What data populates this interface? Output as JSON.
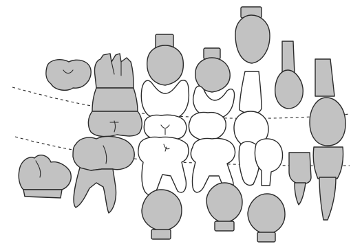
{
  "figure": {
    "kind": "dentition-illustration",
    "shaded_fill": "#c2c2c2",
    "unshaded_fill": "#ffffff",
    "outline_color": "#2a2a2a",
    "tooth_groups": [
      "upper-unerupted-teeth",
      "lower-unerupted-teeth",
      "upper-molar-column",
      "upper-deciduous-molars",
      "lower-deciduous-molars",
      "premolar-crowns",
      "incisors-and-canines"
    ],
    "reference_lines": 2
  }
}
